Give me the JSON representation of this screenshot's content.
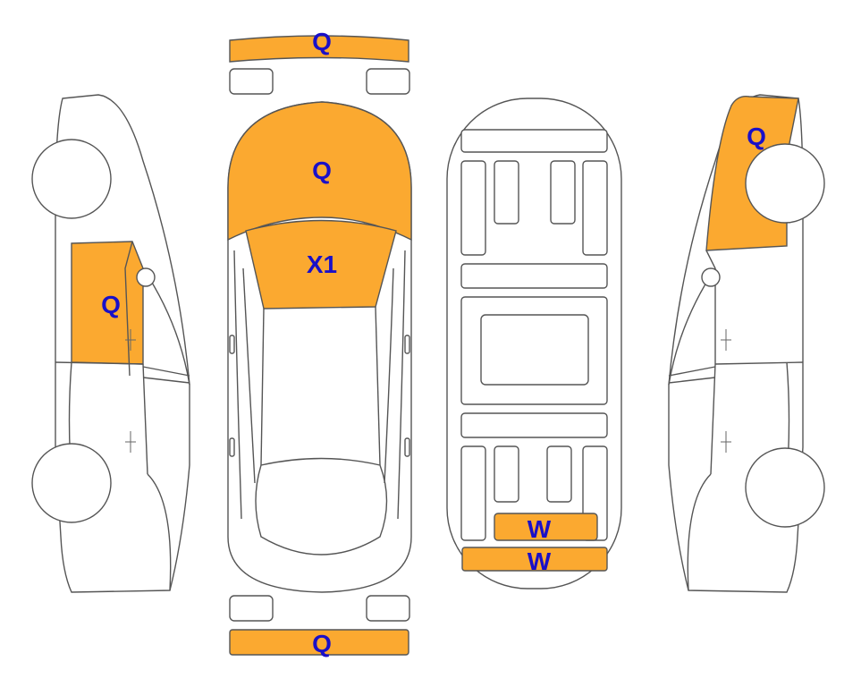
{
  "colors": {
    "damage_fill": "#FBA930",
    "label_text": "#1A10C8",
    "outline": "#555555"
  },
  "marks": {
    "front_bumper": "Q",
    "hood": "Q",
    "windshield": "X1",
    "left_front_door": "Q",
    "trunk_lid": "W",
    "rear_panel": "W",
    "right_rear_quarter": "Q",
    "rear_bumper": "Q"
  }
}
